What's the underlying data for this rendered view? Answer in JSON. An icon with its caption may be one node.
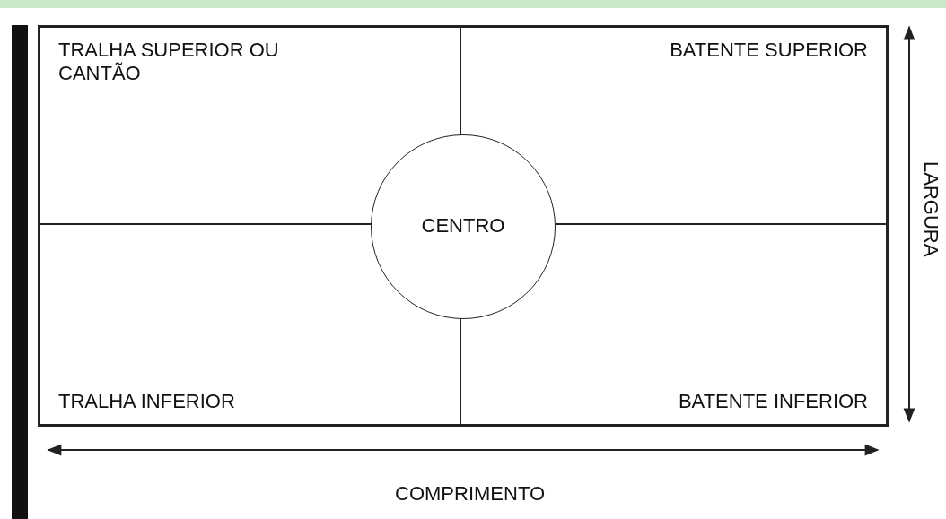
{
  "diagram": {
    "nodes": [
      {
        "text": [],
        "shape": "box"
      },
      {
        "text": [
          "TRALHA SUPERIOR OU CANTÃO"
        ],
        "in": 0
      },
      {
        "text": [
          "BATENTE SUPERIOR"
        ],
        "in": 0
      },
      {
        "text": [
          "CENTRO"
        ],
        "in": 0
      },
      {
        "text": [
          "TRALHA INFERIOR"
        ],
        "in": 0
      },
      {
        "text": [
          "BATENTE INFERIOR"
        ],
        "in": 0
      },
      {
        "text": [],
        "shape": "bar"
      }
    ],
    "labels": [
      "LARGURA",
      "COMPRIMENTO"
    ]
  }
}
